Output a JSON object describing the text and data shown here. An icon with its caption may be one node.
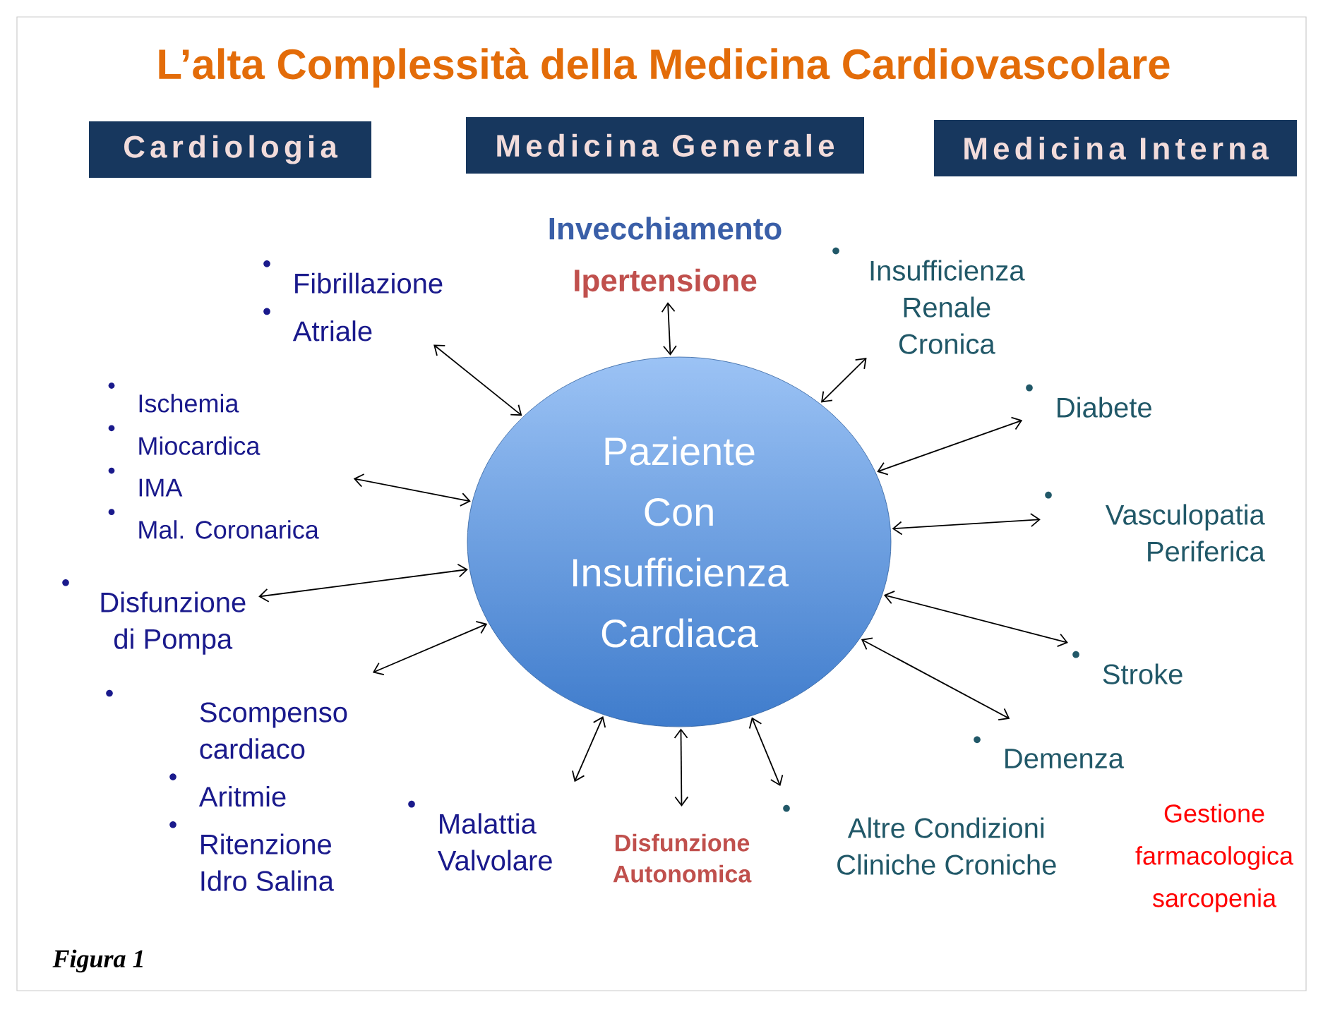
{
  "diagram": {
    "title": "L’alta Complessità della Medicina Cardiovascolare",
    "nodes": [
      {
        "text": [
          "Cardiologia"
        ]
      },
      {
        "text": [
          "Medicina Generale"
        ]
      },
      {
        "text": [
          "Medicina Interna"
        ]
      },
      {
        "text": [
          "Paziente Con Insufficienza Cardiaca"
        ]
      },
      {
        "text": [
          "Invecchiamento",
          "Ipertensione"
        ]
      },
      {
        "text": [
          "Fibrillazione",
          "Atriale"
        ]
      },
      {
        "text": [
          "Ischemia",
          "Miocardica",
          "IMA",
          "Mal. Coronarica"
        ]
      },
      {
        "text": [
          "Disfunzione di Pompa"
        ]
      },
      {
        "text": [
          "Scompenso cardiaco",
          "Aritmie",
          "Ritenzione Idro Salina"
        ]
      },
      {
        "text": [
          "Malattia Valvolare"
        ]
      },
      {
        "text": [
          "Disfunzione Autonomica"
        ]
      },
      {
        "text": [
          "Altre Condizioni Cliniche Croniche"
        ]
      },
      {
        "text": [
          "Demenza"
        ]
      },
      {
        "text": [
          "Stroke"
        ]
      },
      {
        "text": [
          "Vasculopatia Periferica"
        ]
      },
      {
        "text": [
          "Diabete"
        ]
      },
      {
        "text": [
          "Insufficienza Renale Cronica"
        ]
      }
    ],
    "edges": [
      {
        "from": 3,
        "to": 4,
        "arrow": "both"
      },
      {
        "from": 3,
        "to": 5,
        "arrow": "both"
      },
      {
        "from": 3,
        "to": 6,
        "arrow": "both"
      },
      {
        "from": 3,
        "to": 7,
        "arrow": "both"
      },
      {
        "from": 3,
        "to": 8,
        "arrow": "both"
      },
      {
        "from": 3,
        "to": 9,
        "arrow": "both"
      },
      {
        "from": 3,
        "to": 10,
        "arrow": "both"
      },
      {
        "from": 3,
        "to": 11,
        "arrow": "both"
      },
      {
        "from": 3,
        "to": 12,
        "arrow": "both"
      },
      {
        "from": 3,
        "to": 13,
        "arrow": "both"
      },
      {
        "from": 3,
        "to": 14,
        "arrow": "both"
      },
      {
        "from": 3,
        "to": 15,
        "arrow": "both"
      },
      {
        "from": 3,
        "to": 16,
        "arrow": "both"
      }
    ],
    "labels": [
      "Gestione farmacologica sarcopenia",
      "Figura 1"
    ]
  }
}
